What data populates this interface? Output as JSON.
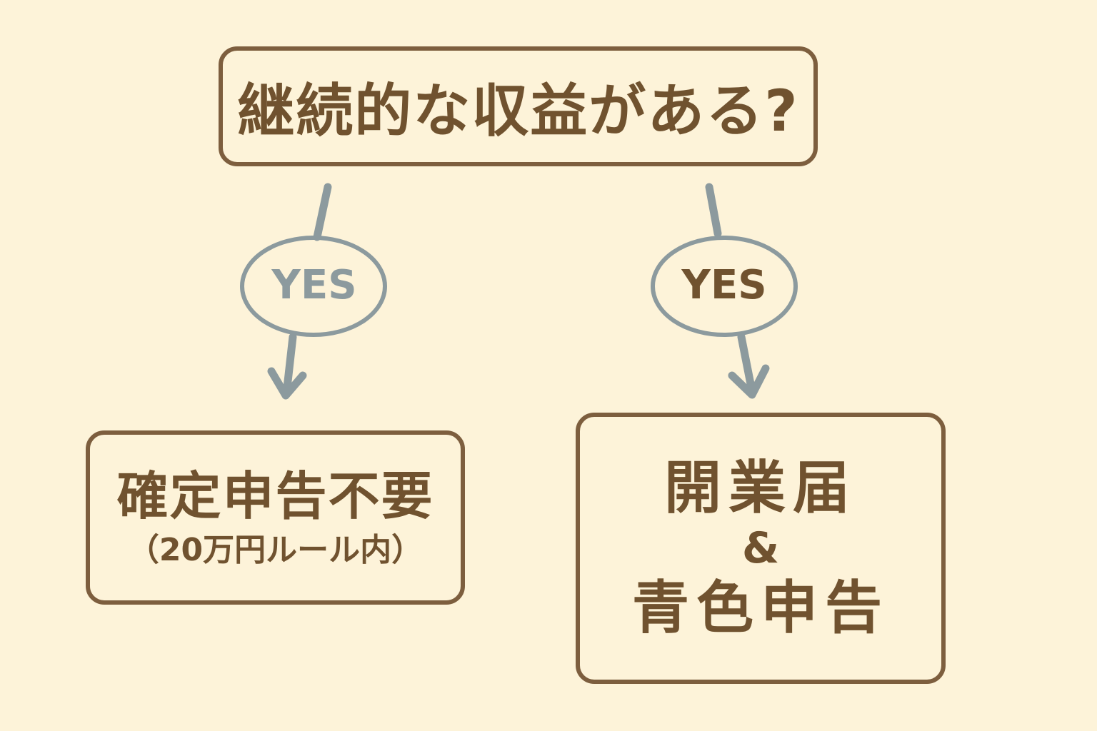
{
  "question": {
    "text": "継続的な収益がある?"
  },
  "branches": [
    {
      "label": "YES",
      "outcome": {
        "main": "確定申告不要",
        "sub": "（20万円ルール内）"
      }
    },
    {
      "label": "YES",
      "outcome": {
        "line1": "開業届",
        "amp": "&",
        "line2": "青色申告"
      }
    }
  ],
  "colors": {
    "background": "#fdf3d9",
    "box_border": "#7d5e3e",
    "text": "#70522f",
    "connector": "#8c9a9e"
  }
}
